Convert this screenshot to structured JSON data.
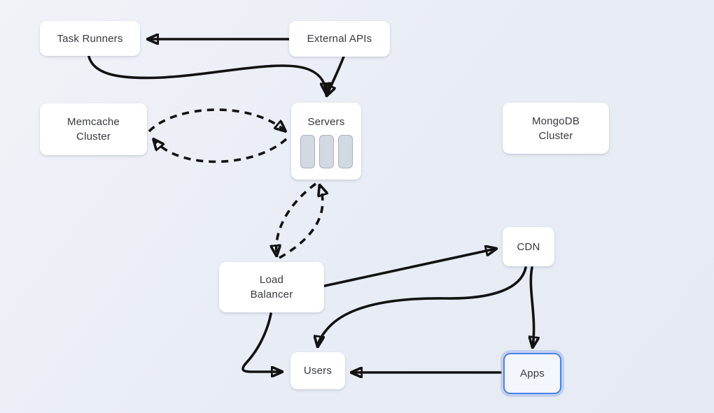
{
  "diagram": {
    "nodes": {
      "task_runners": {
        "label": "Task Runners"
      },
      "external_apis": {
        "label": "External APIs"
      },
      "memcache_cluster": {
        "label": "Memcache\nCluster"
      },
      "servers": {
        "label": "Servers"
      },
      "mongodb_cluster": {
        "label": "MongoDB\nCluster"
      },
      "load_balancer": {
        "label": "Load\nBalancer"
      },
      "cdn": {
        "label": "CDN"
      },
      "users": {
        "label": "Users"
      },
      "apps": {
        "label": "Apps",
        "selected": true
      }
    },
    "edges": [
      {
        "from": "External APIs",
        "to": "Task Runners",
        "style": "solid"
      },
      {
        "from": "Task Runners",
        "to": "Servers",
        "style": "solid"
      },
      {
        "from": "External APIs",
        "to": "Servers",
        "style": "solid"
      },
      {
        "from": "Memcache Cluster",
        "to": "Servers",
        "style": "dashed"
      },
      {
        "from": "Servers",
        "to": "Memcache Cluster",
        "style": "dashed"
      },
      {
        "from": "Load Balancer",
        "to": "Servers",
        "style": "dashed"
      },
      {
        "from": "Servers",
        "to": "Load Balancer",
        "style": "dashed"
      },
      {
        "from": "Load Balancer",
        "to": "CDN",
        "style": "solid"
      },
      {
        "from": "CDN",
        "to": "Users",
        "style": "solid"
      },
      {
        "from": "CDN",
        "to": "Apps",
        "style": "solid"
      },
      {
        "from": "Apps",
        "to": "Users",
        "style": "solid"
      },
      {
        "from": "Load Balancer",
        "to": "Users",
        "style": "solid"
      }
    ],
    "colors": {
      "arrow": "#121212",
      "node_background": "#ffffff",
      "node_text": "#37393f",
      "selected_border": "#4e82e6",
      "selected_background": "#f3f7fd",
      "server_bar_fill": "#d3d9e3",
      "server_bar_border": "#a9b2c1",
      "canvas_background": "#e9edf5"
    }
  }
}
